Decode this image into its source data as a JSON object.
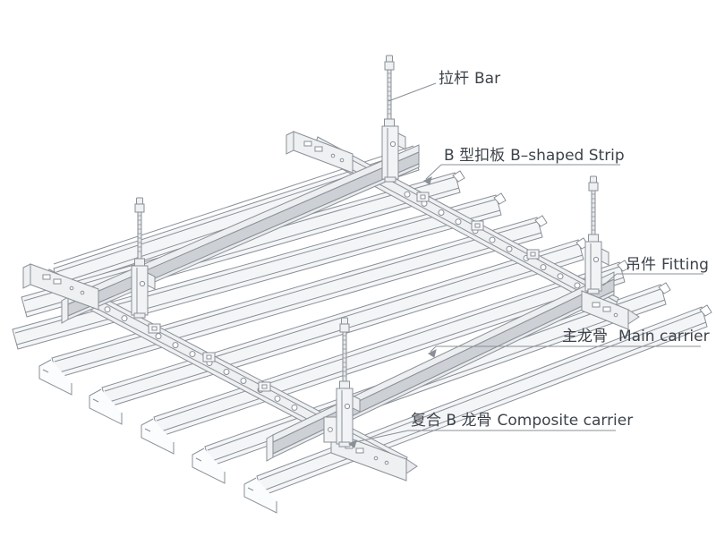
{
  "diagram": {
    "kind": "isometric installation drawing",
    "subject": "B-shaped strip suspended metal ceiling system"
  },
  "labels": {
    "bar": {
      "zh": "拉杆",
      "en": "Bar"
    },
    "strip": {
      "zh": "B 型扣板",
      "en": "B–shaped Strip"
    },
    "fitting": {
      "zh": "吊件",
      "en": "Fitting"
    },
    "main_carrier": {
      "zh": "主龙骨",
      "en": "Main carrier"
    },
    "composite_carrier": {
      "zh": "复合 B 龙骨",
      "en": "Composite carrier"
    }
  },
  "colors": {
    "line": "#8a9097",
    "text": "#3d434a",
    "carrier_web": "#cdd1d6",
    "panel": "#f4f5f7",
    "background": "#ffffff"
  }
}
